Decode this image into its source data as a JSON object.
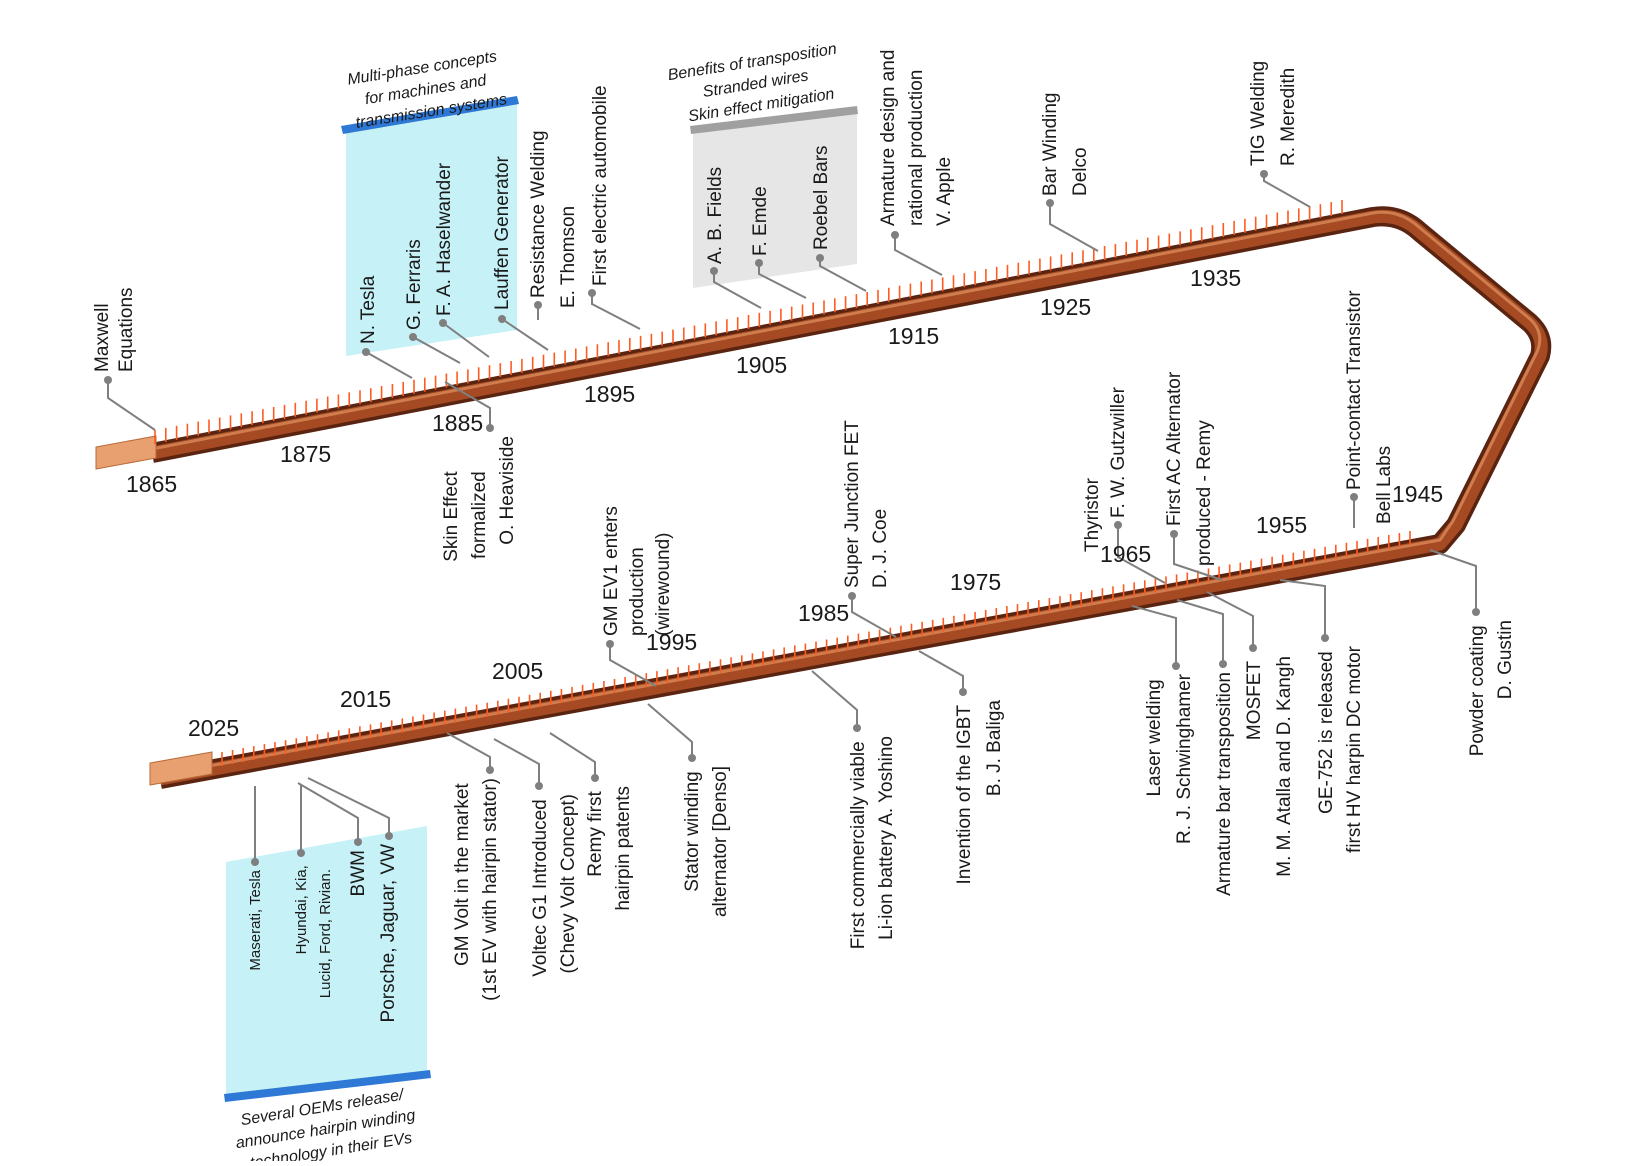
{
  "timeline": {
    "years": [
      {
        "id": "1865",
        "text": "1865"
      },
      {
        "id": "1875",
        "text": "1875"
      },
      {
        "id": "1885",
        "text": "1885"
      },
      {
        "id": "1895",
        "text": "1895"
      },
      {
        "id": "1905",
        "text": "1905"
      },
      {
        "id": "1915",
        "text": "1915"
      },
      {
        "id": "1925",
        "text": "1925"
      },
      {
        "id": "1935",
        "text": "1935"
      },
      {
        "id": "1945",
        "text": "1945"
      },
      {
        "id": "1955",
        "text": "1955"
      },
      {
        "id": "1965",
        "text": "1965"
      },
      {
        "id": "1975",
        "text": "1975"
      },
      {
        "id": "1985",
        "text": "1985"
      },
      {
        "id": "1995",
        "text": "1995"
      },
      {
        "id": "2005",
        "text": "2005"
      },
      {
        "id": "2015",
        "text": "2015"
      },
      {
        "id": "2025",
        "text": "2025"
      }
    ],
    "events": [
      {
        "id": "maxwell",
        "lines": [
          "Maxwell",
          "Equations"
        ]
      },
      {
        "id": "tesla",
        "lines": [
          "N. Tesla"
        ]
      },
      {
        "id": "ferraris",
        "lines": [
          "G. Ferraris"
        ]
      },
      {
        "id": "haselwander",
        "lines": [
          "F. A. Haselwander"
        ]
      },
      {
        "id": "lauffen",
        "lines": [
          "Lauffen Generator"
        ]
      },
      {
        "id": "resistance",
        "lines": [
          "Resistance Welding",
          "E. Thomson"
        ]
      },
      {
        "id": "first-electric",
        "lines": [
          "First electric automobile"
        ]
      },
      {
        "id": "fields",
        "lines": [
          "A. B. Fields"
        ]
      },
      {
        "id": "emde",
        "lines": [
          "F. Emde"
        ]
      },
      {
        "id": "roebel",
        "lines": [
          "Roebel Bars"
        ]
      },
      {
        "id": "armature",
        "lines": [
          "Armature design and",
          "rational production",
          "V. Apple"
        ]
      },
      {
        "id": "barwinding",
        "lines": [
          "Bar Winding",
          "Delco"
        ]
      },
      {
        "id": "tig",
        "lines": [
          "TIG Welding",
          "R. Meredith"
        ]
      },
      {
        "id": "skin",
        "lines": [
          "Skin Effect",
          "formalized",
          "O. Heaviside"
        ]
      },
      {
        "id": "pointcontact",
        "lines": [
          "Point-contact Transistor",
          "Bell Labs"
        ]
      },
      {
        "id": "alternator",
        "lines": [
          "First AC Alternator",
          "produced - Remy"
        ]
      },
      {
        "id": "thyristor",
        "lines": [
          "Thyristor",
          "F. W. Gutzwiller"
        ]
      },
      {
        "id": "superjunction",
        "lines": [
          "Super Junction FET",
          "D. J. Coe"
        ]
      },
      {
        "id": "ev1",
        "lines": [
          "GM EV1 enters",
          "production",
          "(wirewound)"
        ]
      },
      {
        "id": "powder",
        "lines": [
          "Powder coating",
          "D. Gustin"
        ]
      },
      {
        "id": "ge752",
        "lines": [
          "GE-752 is released",
          "first HV harpin  DC motor"
        ]
      },
      {
        "id": "mosfet",
        "lines": [
          "MOSFET",
          "M. M. Atalla and D. Kangh"
        ]
      },
      {
        "id": "transposition",
        "lines": [
          "Armature bar transposition"
        ]
      },
      {
        "id": "laser",
        "lines": [
          "Laser welding",
          "R. J. Schwinghamer"
        ]
      },
      {
        "id": "igbt",
        "lines": [
          "Invention of the IGBT",
          "B. J.  Baliga"
        ]
      },
      {
        "id": "liion",
        "lines": [
          "First commercially viable",
          "Li-ion battery A. Yoshino"
        ]
      },
      {
        "id": "stator",
        "lines": [
          "Stator winding",
          "alternator [Denso]"
        ]
      },
      {
        "id": "remyhairpin",
        "lines": [
          "Remy first",
          "hairpin patents"
        ]
      },
      {
        "id": "voltec",
        "lines": [
          "Voltec G1 Introduced",
          "(Chevy Volt Concept)"
        ]
      },
      {
        "id": "gmvolt",
        "lines": [
          "GM Volt in the market",
          "(1st EV with hairpin stator)"
        ]
      },
      {
        "id": "porsche",
        "lines": [
          "Porsche, Jaguar, VW"
        ]
      },
      {
        "id": "bwm",
        "lines": [
          "BWM"
        ]
      },
      {
        "id": "hyundai",
        "lines": [
          "Hyundai, Kia,",
          "Lucid, Ford, Rivian."
        ]
      },
      {
        "id": "maserati",
        "lines": [
          "Maserati, Tesla"
        ]
      }
    ],
    "captions": {
      "multiphase": [
        "Multi-phase concepts",
        "for machines and",
        "transmission systems"
      ],
      "benefits": [
        "Benefits of transposition",
        "Stranded wires",
        "Skin effect mitigation"
      ],
      "oems": [
        "Several OEMs release/",
        "announce hairpin winding",
        "technology in their EVs"
      ]
    },
    "colors": {
      "wire": "#8b3a1a",
      "wire_dark": "#5a2410",
      "wire_light": "#d98a5a",
      "bare_copper": "#e8a070",
      "tick": "#ff5a1f",
      "leader": "#7f7f7f",
      "cyan_box": "#c6f2f7",
      "cyan_bar": "#2e78d6",
      "gray_box": "#e6e6e6",
      "gray_bar": "#a0a0a0"
    }
  }
}
